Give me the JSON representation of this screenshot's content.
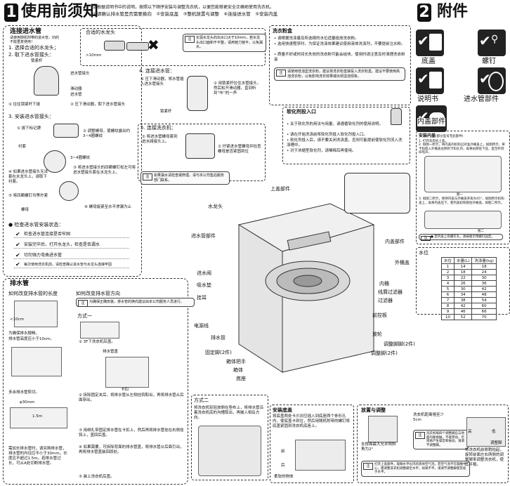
{
  "header": {
    "step_num": "1",
    "title": "使用前须知",
    "intro_line1": "请根据说明书中的说明，按照以下顺序安装与调整洗衣机，以便您能够更安全正确地使用洗衣机。",
    "intro_line2": "①请确认排水管是否需要换向　②安装底盖　③整机放置与调整　④连接进水管　⑤安装内盖",
    "acc_num": "2",
    "acc_title": "附件"
  },
  "accessories": [
    {
      "label": "底盖",
      "icon": "base-cover-icon"
    },
    {
      "label": "螺钉",
      "icon": "screw-icon"
    },
    {
      "label": "说明书",
      "icon": "manual-icon"
    },
    {
      "label": "进水管部件",
      "icon": "inlet-hose-icon"
    },
    {
      "label": "内盖部件",
      "icon": "inner-lid-icon"
    }
  ],
  "inlet": {
    "title": "连接进水管",
    "note1": "请使用随机附带的进水管，旧的不能重复使用！",
    "faucet_title": "合适的水龙头",
    "faucet_dim": ">10mm",
    "faucet_note": "长弧水龙头的出水口大于10mm，若水龙头出口面积不平整，请用锉刀锉平，以免漏水。",
    "step1": "1. 选择合适的水龙头；",
    "step2": "2. 取下进水管接头：",
    "lock_lever": "锁紧杆",
    "joint": "进水管接头",
    "slider": "滑动器",
    "inlet_hose": "进水管",
    "sub1": "①  往往锁紧杆下拔",
    "sub2": "②  压下滑动器，取下进水管接头",
    "step3": "3. 安装进水管接头：",
    "s3_1": "①  拔下标记牌",
    "s3_2": "②  调整螺母，使螺纹露出约3~4圈螺纹",
    "screw_ring": "衬套",
    "threads": "3~4圈螺纹",
    "s3_3": "③  将进水管接头的四颗螺钉松左可将进水管接头套在水龙头上。",
    "s3_4": "④  如果进水管接头无法套在水龙头上，请取下衬套。",
    "s3_5": "⑤  将四颗螺钉均等拧紧",
    "nut": "螺母",
    "s3_6": "⑥  螺母旋紧至水不渗漏为止",
    "check_title": "● 检查进水管安装状态：",
    "checks": [
      "检查进水管连接是否牢固",
      "安装完毕后，打开水龙头，检查是否漏水",
      "切勿强力弯曲进水管",
      "每次使用洗衣机前，请检查确认进水管与水龙头连接牢固"
    ],
    "step4": "4. 连接进水管：",
    "s4_1": "①  压下滑动器，将水管插入进水管接头",
    "s4_2": "②  用锁紧杆拉住水管接头，然后松开滑动器，直到听到“咔”的一声",
    "lock_lever2": "锁紧杆",
    "step5": "5. 连接洗衣机：",
    "s5_1": "①  将进水管螺母套到进水阀接头上。",
    "s5_2": "②  拧紧进水管螺母并检查螺母是否紧固到位",
    "note5": "如果漏水请检查或修理，请与本公司售后服务部门联系。"
  },
  "detergent": {
    "title": "洗衣粉盒",
    "lines": [
      "• 请根据洗涤量及所选择的水位适量投放洗衣粉。",
      "• 选用快速程序时，为保证洗涤效果建议使用液体洗涤剂，不要提前注水粉。",
      "• 质量不好或时间长失效的洗衣粉可能会结块，使用时请注意及时清理洗衣粉盒"
    ],
    "note": "请使用低泡型洗衣粉，建议将洗衣粉直接投入洗衣粉盒。建议不要使用高泡洗衣粉，以免影响洗衣效果或出现溢泡现象。"
  },
  "softener": {
    "title": "软化剂投入口",
    "lines": [
      "• 关于软化剂的用法与用量，请遵循软化剂的使用说明。",
      "• 请在开始洗涤前将软化剂投入软化剂投入口。",
      "• 软化剂投入后，请不要关闭洗涤盖，否则可能提前使软化剂流入洗涤槽中。",
      "• 对于浓缩型软化剂，请稀释后再使用。"
    ]
  },
  "machine_labels": {
    "top_cover": "上盖部件",
    "faucet": "水龙头",
    "inlet_parts": "进水管部件",
    "inner_cover": "内盖部件",
    "outer_lid": "外桶盖",
    "inlet_valve": "进水阀",
    "water_seat": "吸水垫",
    "hook": "挂耳",
    "power_cord": "电源线",
    "drain_hose": "排水管",
    "feet": "固定脚(2件)",
    "tub": "内桶",
    "lint_filter": "线屑过滤器",
    "filter": "过滤器",
    "panel": "前控板",
    "pulsator": "波轮",
    "adjust_feet": "调整脚脚(2件)",
    "adjust_feet2": "调整脚(2件)",
    "handle": "箱体把手",
    "cabinet": "箱体",
    "base": "底座"
  },
  "inner_lid": {
    "title": "安装内盖",
    "title_sub": "(部分型号无此部件)",
    "step1": "1. 打开洗衣机上盖。",
    "step2": "2. 如图一所示，将内盖的扣钩沿对准外桶盖上，如图所示，将卡扣嵌入外桶盖左侧的卡扣孔内，再将右侧往下压，直至听到咔嗒声。",
    "fig1": "图一",
    "step3": "3. 如图二所示，保持内盖与外桶盖夹角为45°，如图所示扣钩盖上，再将内盖压下，使内盖扣钩锁住外桶盖，如图二所示。",
    "fig2": "图二",
    "note": "● 若内盖上有螺钉孔，请按图示用螺钉固定。"
  },
  "water_table": {
    "title": "水位",
    "headers": [
      "水位",
      "水量(L)",
      "洗涤量(kg)"
    ],
    "rows": [
      [
        "1",
        "14",
        "18"
      ],
      [
        "2",
        "18",
        "24"
      ],
      [
        "3",
        "22",
        "30"
      ],
      [
        "4",
        "26",
        "36"
      ],
      [
        "5",
        "30",
        "42"
      ],
      [
        "6",
        "34",
        "48"
      ],
      [
        "7",
        "38",
        "54"
      ],
      [
        "8",
        "42",
        "60"
      ],
      [
        "9",
        "46",
        "66"
      ],
      [
        "10",
        "52",
        "70"
      ]
    ]
  },
  "drain": {
    "title": "排水管",
    "q1": "如何改变排水管的长度",
    "len": "<10cm",
    "len_note1": "为确保排水顺畅，",
    "len_note2": "排水管高度应小于10cm。",
    "multi": "多余排水管剪切。",
    "dia": "φ30mm",
    "dim15": "1.5m",
    "long_note": "需加长排水管时，请另购排水管，排水管的内径应不小于30mm，长度应不超过1.5m。若排水管过长，可从A处切断排水管。",
    "q2": "如何改变排水管方向",
    "dir_note": "为确保正确安装，排水管的换向建议由本公司服务人员进行。",
    "method1": "方式一",
    "m1_1": "① 3F下洗衣机后盖。",
    "drain_cover": "排水管盖",
    "m1_2": "② 拆除固定夹后，将排水管从左侧挂钩取出，再将排水管从后面穿出。",
    "clip": "卡扣",
    "m1_3": "③ 用绑扎带固定排水管在卡扣上，然后再将排水管挂在右侧挂钩上，盖回后盖。",
    "m1_4": "④ 如果需要，可拆除背面的排水管盖，将排水管从后面引出，再将排水管盖装回原处。",
    "m1_5": "⑤ 装上洗衣机后盖。",
    "method2": "方式二",
    "m2": "将洗衣机轻轻放倒在垫布上，将排水管沿着洗衣机底的沟槽取出，再嵌入相反方向。"
  },
  "base_install": {
    "title": "安装底盖",
    "text": "将底盖两处卡爪对应插入到底座两个条形孔内，使底盖卡到位，然后用随机附带的螺钉将底盖紧固到洗衣机底座上。",
    "front": "前",
    "back": "后",
    "soft": "柔软的物体"
  },
  "place": {
    "title": "放置与调整",
    "wall": "洗衣机距离墙至少5cm",
    "leg_note": "支撑面最大允许倾斜角为2°",
    "leg_note2": "洗衣机每四个调整脚应与地面均衡接触，不能晃动，否则易产生噪音和振动，请调节调整脚。",
    "h_label": "高",
    "l_label": "低",
    "adj": "调整脚",
    "bottom_note": "打开上盖部件，观察水平仪内的液体空气泡，若空气泡不在圆圈中心，需调整洗衣机调整脚至水平，如果不平，请调节调整脚使其处于水平。",
    "adj_note": "将洗衣机前侧稍抬起，旋转前面左右两侧的调整脚来调整洗衣机，使其平稳。"
  }
}
